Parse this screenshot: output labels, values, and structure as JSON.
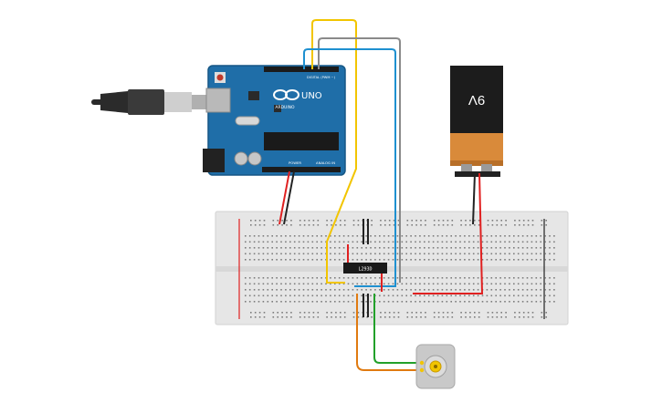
{
  "arduino": {
    "brand": "ARDUINO",
    "model": "UNO",
    "digital_label": "DIGITAL (PWM ~)",
    "power_label": "POWER",
    "analog_label": "ANALOG IN"
  },
  "battery": {
    "label": "9V"
  },
  "driver_chip": {
    "label": "L293D"
  },
  "colors": {
    "arduino_board": "#1f6ea8",
    "breadboard": "#e6e6e6",
    "wire_yellow": "#f2c500",
    "wire_gray": "#8a8a8a",
    "wire_blue": "#1e90d0",
    "wire_red": "#e02020",
    "wire_black": "#222222",
    "wire_green": "#22a02a",
    "wire_orange": "#e07a10",
    "battery_body": "#1c1c1c",
    "battery_cap": "#d98a3a"
  },
  "icons": {
    "usb": "usb-plug-icon",
    "motor": "dc-motor-icon",
    "battery": "battery-9v-icon",
    "logo": "arduino-infinity-logo"
  }
}
